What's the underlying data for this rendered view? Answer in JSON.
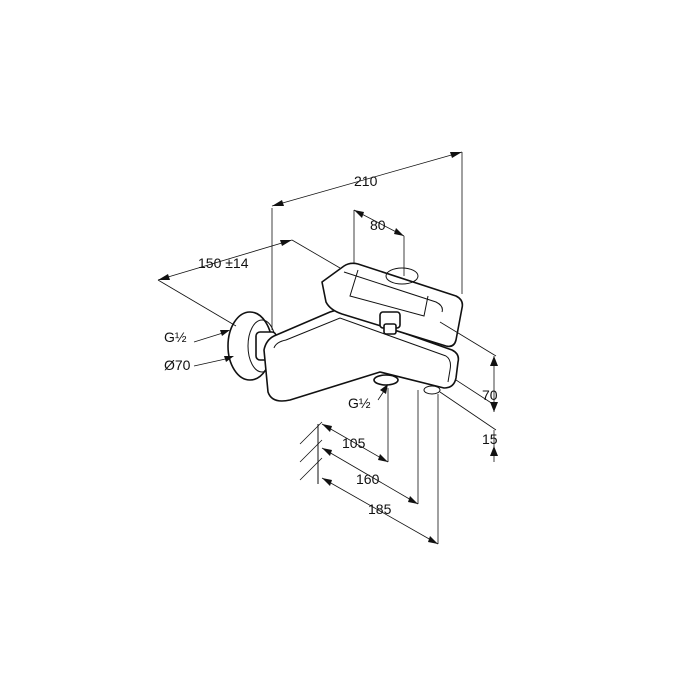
{
  "dimensions": {
    "overall_width": "210",
    "lever_width": "80",
    "wall_distance": "150 ±14",
    "inlet_thread": "G½",
    "escutcheon_diameter": "Ø70",
    "height": "70",
    "outlet_height": "15",
    "outlet_thread": "G½",
    "depth_outlet": "105",
    "depth_body": "160",
    "depth_total": "185"
  }
}
